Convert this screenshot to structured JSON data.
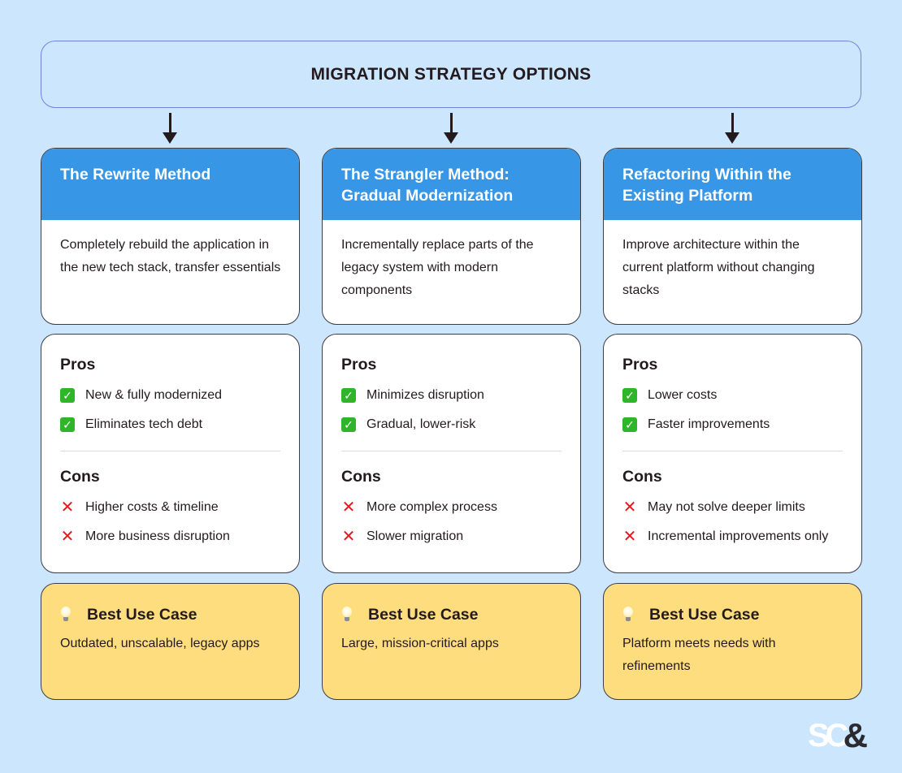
{
  "title": "MIGRATION STRATEGY OPTIONS",
  "colors": {
    "background": "#cce6fd",
    "title_border": "#6b86df",
    "method_header": "#3896e6",
    "card_border": "#3d3d44",
    "use_case_bg": "#fedd7f",
    "check_green": "#2fb52a",
    "cross_red": "#e4171c",
    "text": "#231a1e"
  },
  "labels": {
    "pros": "Pros",
    "cons": "Cons",
    "best_use_case": "Best Use Case"
  },
  "icons": {
    "arrow": "arrow-down-icon",
    "pro": "check-mark-icon",
    "con": "cross-mark-icon",
    "use_case": "light-bulb-icon"
  },
  "methods": [
    {
      "name": "The Rewrite Method",
      "description": "Completely rebuild the application in the new tech stack, transfer essentials",
      "pros": [
        "New & fully modernized",
        "Eliminates tech debt"
      ],
      "cons": [
        "Higher costs & timeline",
        "More business disruption"
      ],
      "best_use_case": "Outdated, unscalable, legacy apps"
    },
    {
      "name": "The Strangler Method: Gradual Modernization",
      "description": "Incrementally replace parts of the legacy system with modern components",
      "pros": [
        "Minimizes disruption",
        "Gradual, lower-risk"
      ],
      "cons": [
        "More complex process",
        "Slower migration"
      ],
      "best_use_case": "Large, mission-critical apps"
    },
    {
      "name": "Refactoring Within the Existing Platform",
      "description": "Improve architecture within the current platform without changing stacks",
      "pros": [
        "Lower costs",
        "Faster improvements"
      ],
      "cons": [
        "May not solve deeper limits",
        "Incremental improvements only"
      ],
      "best_use_case": "Platform meets needs with refinements"
    }
  ],
  "logo": {
    "text_main": "SC",
    "text_amp": "&"
  }
}
